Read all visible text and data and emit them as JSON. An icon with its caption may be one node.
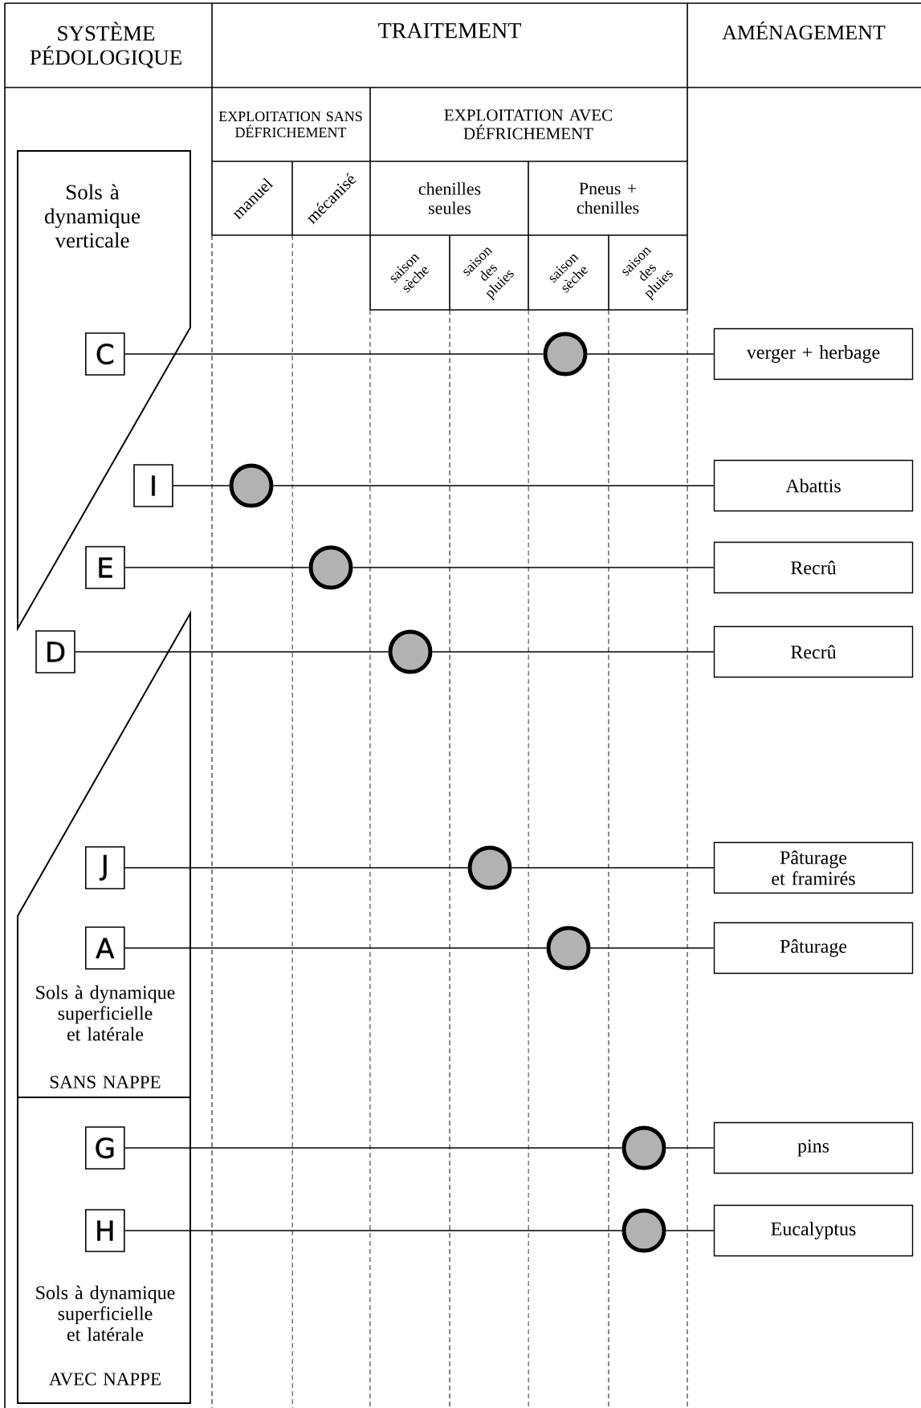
{
  "diagram": {
    "nodes": [
      {
        "text": [
          "Sols à dynamique verticale"
        ]
      },
      {
        "text": [
          "C"
        ],
        "in": 0
      },
      {
        "text": [],
        "shape": "circle"
      },
      {
        "text": [
          "verger + herbage"
        ]
      },
      {
        "text": [
          "I"
        ]
      },
      {
        "text": [],
        "shape": "circle"
      },
      {
        "text": [
          "Abattis"
        ]
      },
      {
        "text": [
          "E"
        ]
      },
      {
        "text": [],
        "shape": "circle"
      },
      {
        "text": [
          "Recrû"
        ]
      },
      {
        "text": [
          "D"
        ]
      },
      {
        "text": [],
        "shape": "circle"
      },
      {
        "text": [
          "Recrû"
        ]
      },
      {
        "text": [
          "Sols à dynamique superficielle et latérale",
          "SANS NAPPE"
        ]
      },
      {
        "text": [
          "J"
        ],
        "in": 13
      },
      {
        "text": [],
        "shape": "circle"
      },
      {
        "text": [
          "Pâturage et framirés"
        ]
      },
      {
        "text": [
          "A"
        ],
        "in": 13
      },
      {
        "text": [],
        "shape": "circle"
      },
      {
        "text": [
          "Pâturage"
        ]
      },
      {
        "text": [
          "Sols à dynamique superficielle et latérale",
          "AVEC NAPPE"
        ]
      },
      {
        "text": [
          "G"
        ],
        "in": 20
      },
      {
        "text": [],
        "shape": "circle"
      },
      {
        "text": [
          "pins"
        ]
      },
      {
        "text": [
          "H"
        ],
        "in": 20
      },
      {
        "text": [],
        "shape": "circle"
      },
      {
        "text": [
          "Eucalyptus"
        ]
      }
    ],
    "edges": [
      {
        "from": 1,
        "to": 2,
        "arrow": "none"
      },
      {
        "from": 2,
        "to": 3,
        "arrow": "none"
      },
      {
        "from": 4,
        "to": 5,
        "arrow": "none"
      },
      {
        "from": 5,
        "to": 6,
        "arrow": "none"
      },
      {
        "from": 7,
        "to": 8,
        "arrow": "none"
      },
      {
        "from": 8,
        "to": 9,
        "arrow": "none"
      },
      {
        "from": 10,
        "to": 11,
        "arrow": "none"
      },
      {
        "from": 11,
        "to": 12,
        "arrow": "none"
      },
      {
        "from": 14,
        "to": 15,
        "arrow": "none"
      },
      {
        "from": 15,
        "to": 16,
        "arrow": "none"
      },
      {
        "from": 17,
        "to": 18,
        "arrow": "none"
      },
      {
        "from": 18,
        "to": 19,
        "arrow": "none"
      },
      {
        "from": 21,
        "to": 22,
        "arrow": "none"
      },
      {
        "from": 22,
        "to": 23,
        "arrow": "none"
      },
      {
        "from": 24,
        "to": 25,
        "arrow": "none"
      },
      {
        "from": 25,
        "to": 26,
        "arrow": "none"
      }
    ],
    "labels": [
      "SYSTÈME PÉDOLOGIQUE",
      "TRAITEMENT",
      "AMÉNAGEMENT",
      "EXPLOITATION SANS DÉFRICHEMENT",
      "EXPLOITATION AVEC DÉFRICHEMENT",
      "manuel",
      "mécanisé",
      "chenilles seules",
      "Pneus + chenilles",
      "saison sèche",
      "saison des pluies",
      "saison sèche",
      "saison des pluies"
    ]
  }
}
